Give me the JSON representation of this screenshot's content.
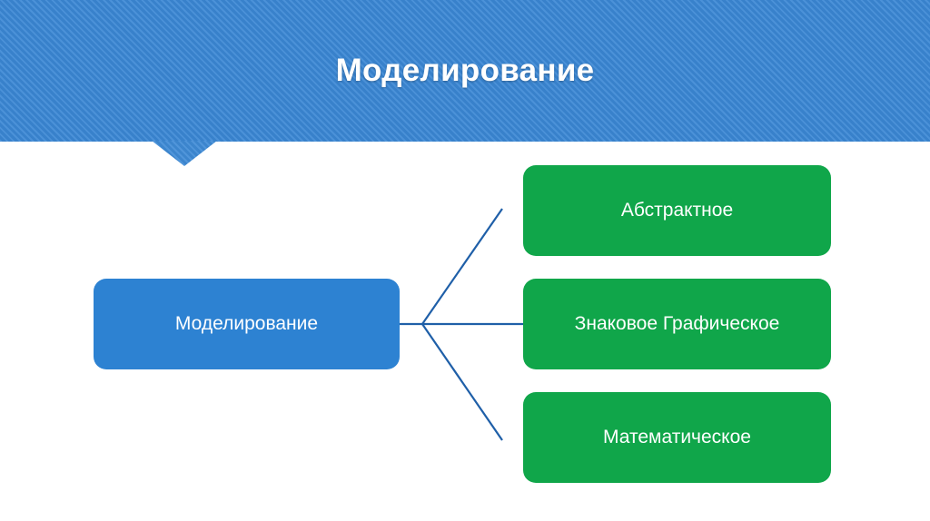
{
  "slide": {
    "title": "Моделирование",
    "background_color": "#ffffff"
  },
  "header": {
    "banner_color": "#3a87d4",
    "title": "Моделирование",
    "tail_shape": "downward-triangle"
  },
  "diagram": {
    "type": "tree",
    "root": {
      "label": "Моделирование",
      "color": "#2d82d2",
      "text_color": "#ffffff"
    },
    "branches": [
      {
        "label": "Абстрактное",
        "color": "#10a64a",
        "text_color": "#ffffff"
      },
      {
        "label": "Знаковое Графическое",
        "color": "#10a64a",
        "text_color": "#ffffff"
      },
      {
        "label": "Математическое",
        "color": "#10a64a",
        "text_color": "#ffffff"
      }
    ],
    "connector_color": "#1f5fa8"
  }
}
